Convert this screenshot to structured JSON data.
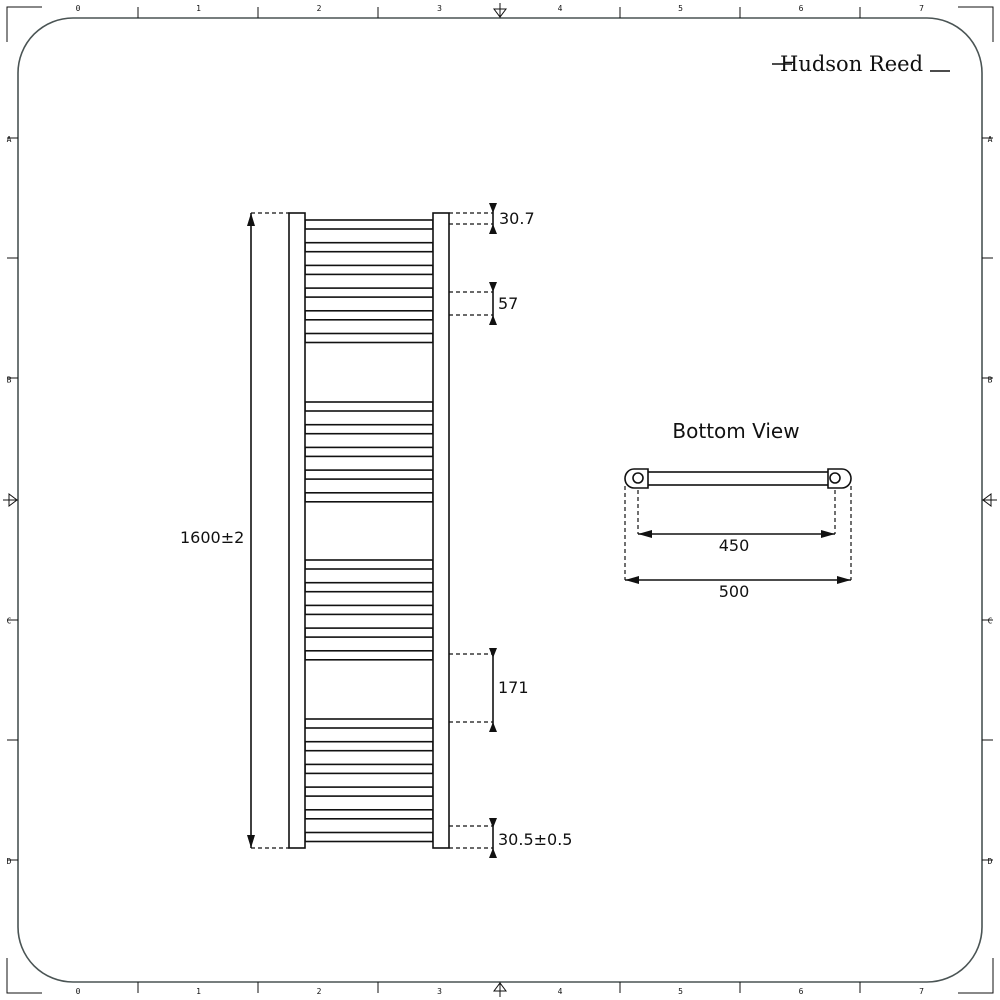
{
  "brand": {
    "logo_text": "Hudson Reed"
  },
  "frame": {
    "columns": [
      "0",
      "1",
      "2",
      "3",
      "4",
      "5",
      "6",
      "7"
    ],
    "rows": [
      "A",
      "B",
      "C",
      "D"
    ]
  },
  "front_view": {
    "bar_groups": [
      6,
      5,
      5,
      6
    ],
    "height_label": "1600±2",
    "dims": {
      "top_gap": "30.7",
      "bar_pitch": "57",
      "group_gap": "171",
      "bottom_gap": "30.5±0.5"
    }
  },
  "bottom_view": {
    "title": "Bottom View",
    "centres": "450",
    "overall_width": "500"
  }
}
